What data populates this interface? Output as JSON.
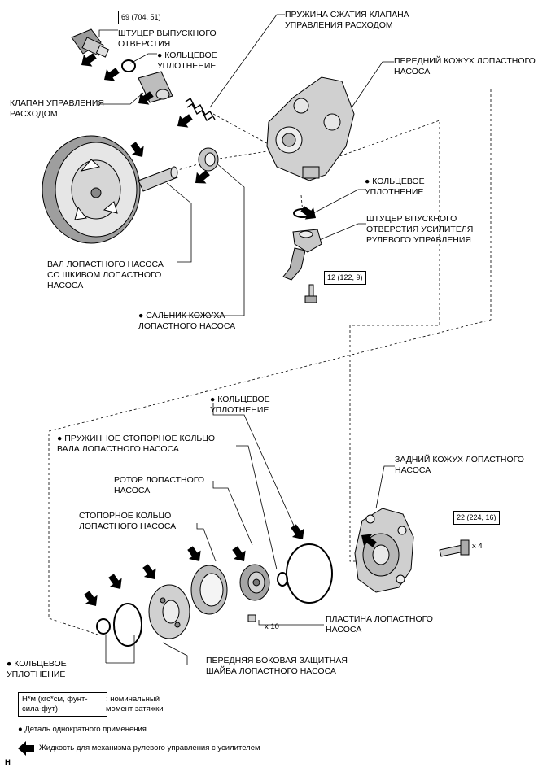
{
  "labels": {
    "outlet_union": [
      "ШТУЦЕР ВЫПУСКНОГО",
      "ОТВЕРСТИЯ"
    ],
    "oring_top": [
      "● КОЛЬЦЕВОЕ",
      "УПЛОТНЕНИЕ"
    ],
    "flow_valve": [
      "КЛАПАН УПРАВЛЕНИЯ",
      "РАСХОДОМ"
    ],
    "flow_spring": [
      "ПРУЖИНА СЖАТИЯ КЛАПАНА",
      "УПРАВЛЕНИЯ РАСХОДОМ"
    ],
    "front_housing": [
      "ПЕРЕДНИЙ КОЖУХ ЛОПАСТНОГО",
      "НАСОСА"
    ],
    "oring_mid": [
      "● КОЛЬЦЕВОЕ",
      "УПЛОТНЕНИЕ"
    ],
    "suction_port": [
      "ШТУЦЕР ВПУСКНОГО",
      "ОТВЕРСТИЯ УСИЛИТЕЛЯ",
      "РУЛЕВОГО УПРАВЛЕНИЯ"
    ],
    "shaft_pulley": [
      "ВАЛ ЛОПАСТНОГО НАСОСА",
      "СО ШКИВОМ ЛОПАСТНОГО",
      "НАСОСА"
    ],
    "oil_seal": [
      "● САЛЬНИК КОЖУХА",
      "ЛОПАСТНОГО НАСОСА"
    ],
    "oring_bottom_top": [
      "● КОЛЬЦЕВОЕ",
      "УПЛОТНЕНИЕ"
    ],
    "snap_ring": [
      "● ПРУЖИННОЕ СТОПОРНОЕ КОЛЬЦО",
      "ВАЛА ЛОПАСТНОГО НАСОСА"
    ],
    "rear_housing": [
      "ЗАДНИЙ КОЖУХ ЛОПАСТНОГО",
      "НАСОСА"
    ],
    "rotor": [
      "РОТОР ЛОПАСТНОГО",
      "НАСОСА"
    ],
    "cam_ring": [
      "СТОПОРНОЕ КОЛЬЦО",
      "ЛОПАСТНОГО НАСОСА"
    ],
    "vane_plate": [
      "ПЛАСТИНА ЛОПАСТНОГО",
      "НАСОСА"
    ],
    "oring_bottom": [
      "● КОЛЬЦЕВОЕ",
      "УПЛОТНЕНИЕ"
    ],
    "side_plate": [
      "ПЕРЕДНЯЯ БОКОВАЯ ЗАЩИТНАЯ",
      "ШАЙБА ЛОПАСТНОГО НАСОСА"
    ]
  },
  "torques": {
    "outlet": "69 (704, 51)",
    "suction_bolt": "12 (122, 9)",
    "rear_bolt": "22 (224, 16)"
  },
  "counts": {
    "rear_bolt_qty": "x 4",
    "vane_qty": "x 10"
  },
  "legend": {
    "torque_box": [
      "Н*м (кгс*см, фунт-",
      "сила-фут)"
    ],
    "torque_desc": [
      ": номинальный",
      "момент затяжки"
    ],
    "non_reusable": "● Деталь однократного применения",
    "fluid": "Жидкость для механизма рулевого управления с усилителем"
  },
  "corner_mark": "H"
}
